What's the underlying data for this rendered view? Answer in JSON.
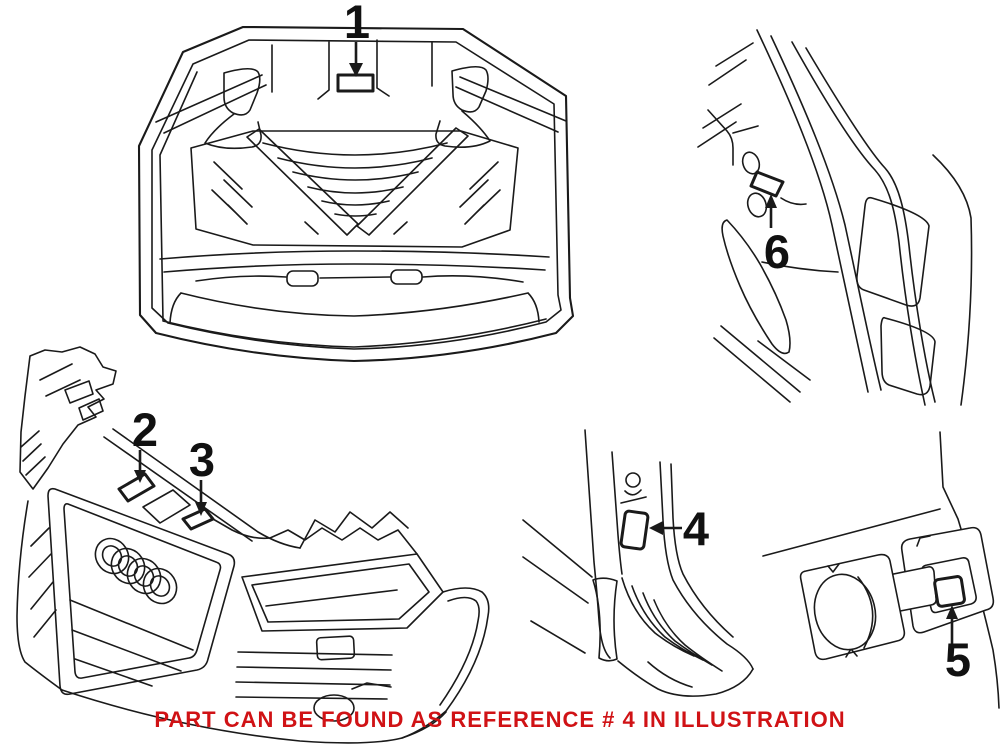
{
  "caption": {
    "text": "PART CAN BE FOUND AS REFERENCE # 4 IN ILLUSTRATION",
    "color": "#d01215"
  },
  "illustration": {
    "background": "#ffffff",
    "line_color": "#1a1a1a",
    "callouts": [
      {
        "number": "1"
      },
      {
        "number": "2"
      },
      {
        "number": "3"
      },
      {
        "number": "4"
      },
      {
        "number": "5"
      },
      {
        "number": "6"
      }
    ]
  }
}
